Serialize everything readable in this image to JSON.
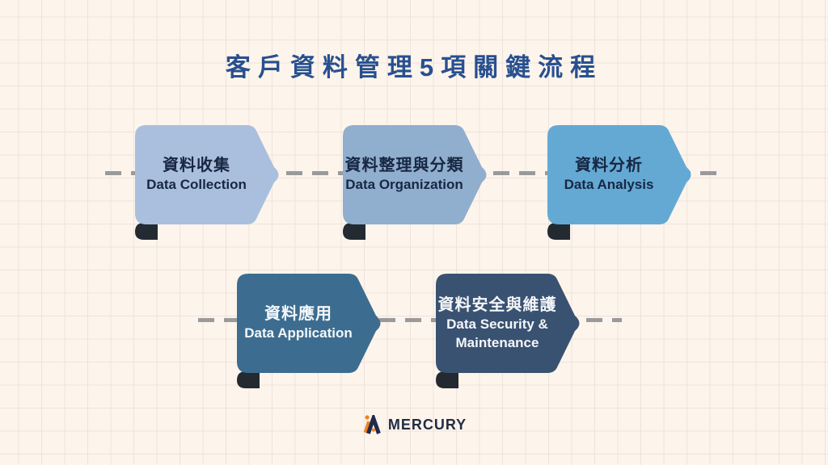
{
  "title": "客戶資料管理5項關鍵流程",
  "colors": {
    "background": "#fdf4ec",
    "grid_line": "#ede3dc",
    "title_text": "#28508f",
    "dash_line": "#9a9a9a",
    "fold_tab": "#232a31",
    "logo_navy": "#1f2b4d",
    "logo_orange": "#f08223"
  },
  "steps": [
    {
      "title_zh": "資料收集",
      "title_en": "Data Collection",
      "fill": "#aabfdd",
      "text_color": "#182743"
    },
    {
      "title_zh": "資料整理與分類",
      "title_en": "Data Organization",
      "fill": "#90aecd",
      "text_color": "#182743"
    },
    {
      "title_zh": "資料分析",
      "title_en": "Data Analysis",
      "fill": "#64a9d3",
      "text_color": "#182743"
    },
    {
      "title_zh": "資料應用",
      "title_en": "Data Application",
      "fill": "#3c6d90",
      "text_color": "#f4f7fa"
    },
    {
      "title_zh": "資料安全與維護",
      "title_en": "Data Security & Maintenance",
      "fill": "#3a5271",
      "text_color": "#f4f7fa"
    }
  ],
  "logo": {
    "brand": "MERCURY"
  }
}
